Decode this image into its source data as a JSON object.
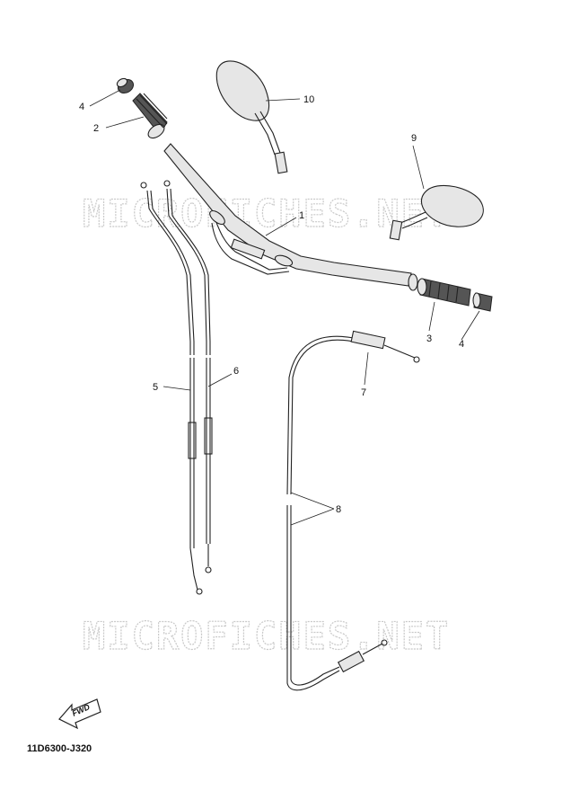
{
  "watermark": "MICROFICHES.NET",
  "diagram_code": "11D6300-J320",
  "fwd_label": "FWD",
  "callouts": {
    "c1": "1",
    "c2": "2",
    "c3": "3",
    "c4a": "4",
    "c4b": "4",
    "c5": "5",
    "c6": "6",
    "c7": "7",
    "c8": "8",
    "c9": "9",
    "c10": "10"
  }
}
